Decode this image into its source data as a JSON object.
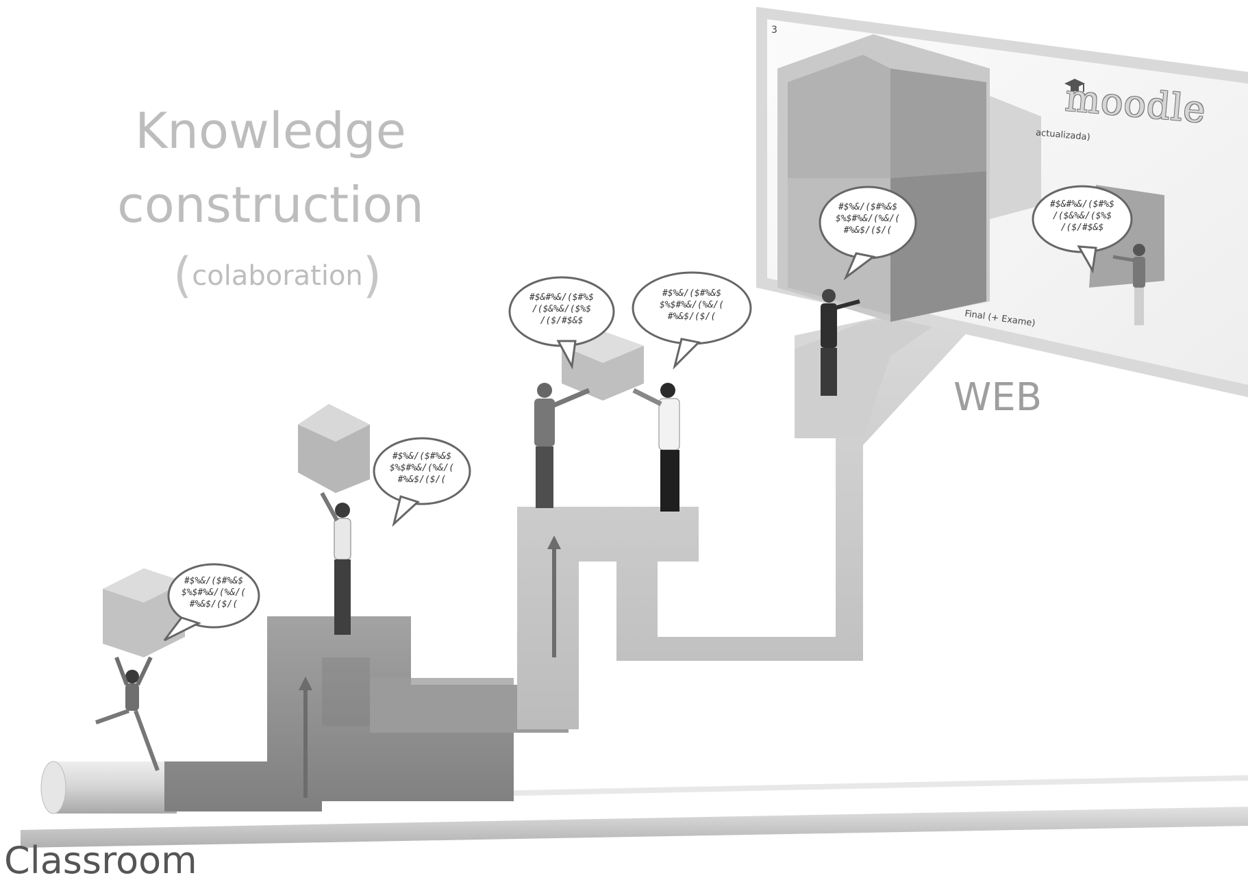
{
  "titles": {
    "line1": "Knowledge",
    "line2": "construction",
    "open_paren": "(",
    "line3": "colaboration",
    "close_paren": ")"
  },
  "labels": {
    "web": "WEB",
    "classroom": "Classroom"
  },
  "screen": {
    "logo": "moodle",
    "text_update": "actualizada)",
    "text_exam": "Final (+ Exame)",
    "page_number": "3"
  },
  "bubbles": [
    "#$%&/($#%&$\n$%$#%&/(%&/(\n#%&$/($/(",
    "#$%&/($#%&$\n$%$#%&/(%&/(\n#%&$/($/(",
    "#$&#%&/($#%$\n/($&%&/($%$\n/($/#$&$",
    "#$%&/($#%&$\n$%$#%&/(%&/(\n#%&$/($/(",
    "#$%&/($#%&$\n$%$#%&/(%&/(\n#%&$/($/(",
    "#$&#%&/($#%$\n/($&%&/($%$\n/($/#$&$"
  ],
  "colors": {
    "path_dark": "#8f8f8f",
    "path_light": "#c9c9c9",
    "cube": "#b5b5b5",
    "screen_bg": "#f6f6f6",
    "heading": "#bdbdbd"
  }
}
